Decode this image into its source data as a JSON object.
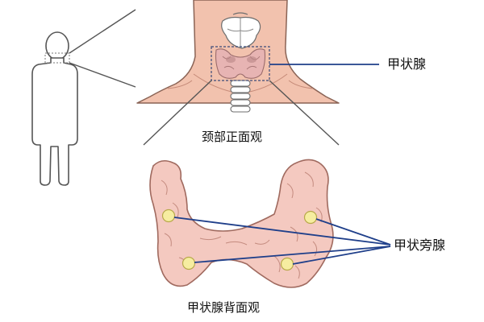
{
  "labels": {
    "thyroid": "甲状腺",
    "neck_front_view": "颈部正面观",
    "parathyroid": "甲状旁腺",
    "thyroid_back_view": "甲状腺背面观"
  },
  "colors": {
    "skin": "#f2c2ae",
    "skin_outline": "#8a6355",
    "thyroid_tissue": "#f4c9c0",
    "parathyroid": "#f6eda0",
    "pointer_line": "#1f3f8a",
    "leader_line": "#555555"
  }
}
